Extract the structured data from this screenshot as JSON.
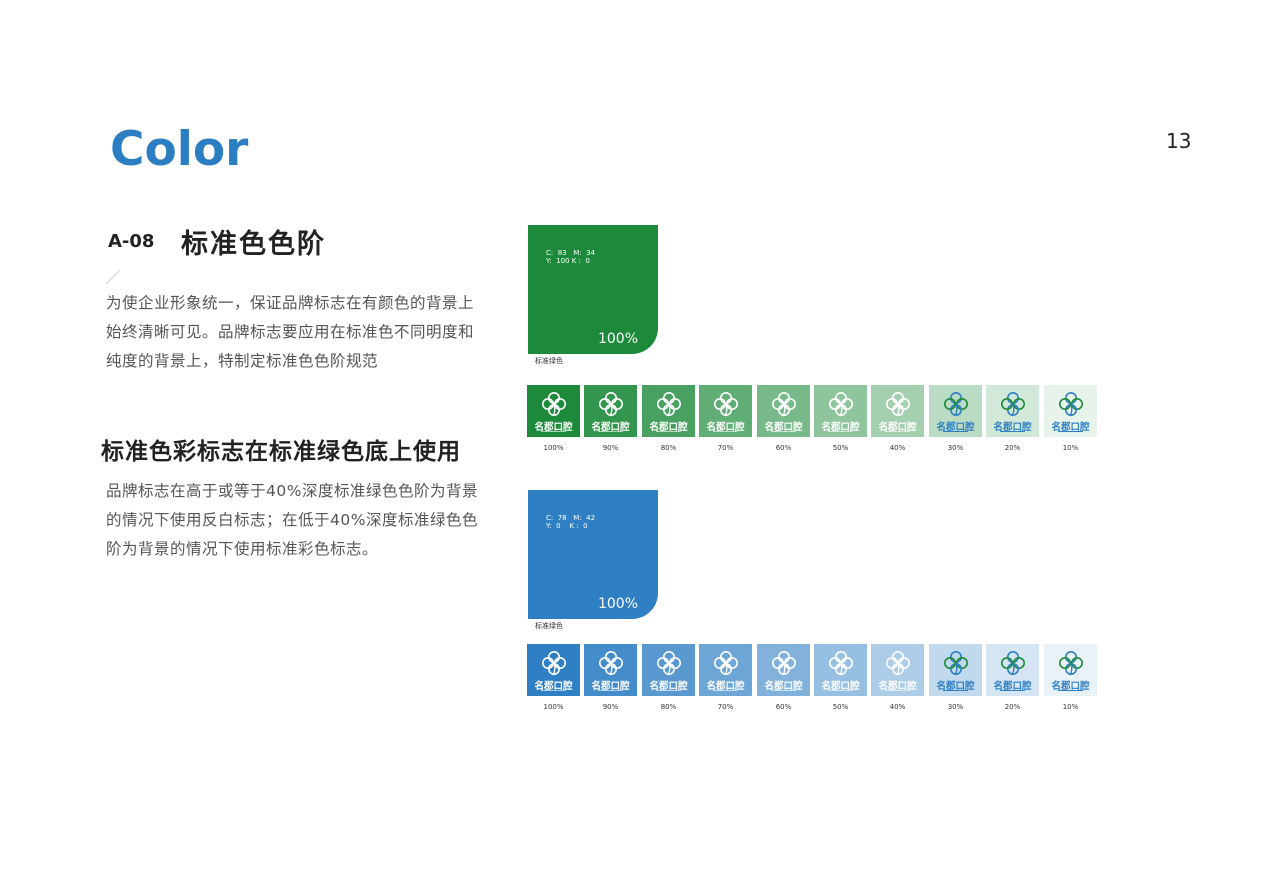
{
  "header": {
    "title": "Color",
    "page_number": "13"
  },
  "section": {
    "code": "A-08",
    "title": "标准色色阶",
    "paragraph_lines": [
      "为使企业形象统一，保证品牌标志在有颜色的背景上",
      "始终清晰可见。品牌标志要应用在标准色不同明度和",
      "纯度的背景上，特制定标准色色阶规范"
    ]
  },
  "usage": {
    "title": "标准色彩标志在标准绿色底上使用",
    "paragraph_lines": [
      "品牌标志在高于或等于40%深度标准绿色色阶为背景",
      "的情况下使用反白标志；在低于40%深度标准绿色色",
      "阶为背景的情况下使用标准彩色标志。"
    ]
  },
  "brand_name": "名郡口腔",
  "colors": {
    "green": "#1c8a3a",
    "blue": "#2f7fc4",
    "title_blue": "#2b7ec1"
  },
  "swatches": [
    {
      "name": "green",
      "color": "#1c8a3a",
      "cmyk_line1": "C:  83   M:  34",
      "cmyk_line2": "Y:  100 K :  0",
      "percent": "100%",
      "caption": "标准绿色",
      "steps": [
        {
          "label": "100%",
          "level": 1.0
        },
        {
          "label": "90%",
          "level": 0.9
        },
        {
          "label": "80%",
          "level": 0.8
        },
        {
          "label": "70%",
          "level": 0.7
        },
        {
          "label": "60%",
          "level": 0.6
        },
        {
          "label": "50%",
          "level": 0.5
        },
        {
          "label": "40%",
          "level": 0.4
        },
        {
          "label": "30%",
          "level": 0.3
        },
        {
          "label": "20%",
          "level": 0.2
        },
        {
          "label": "10%",
          "level": 0.1
        }
      ]
    },
    {
      "name": "blue",
      "color": "#2f7fc4",
      "cmyk_line1": "C:  78   M:  42",
      "cmyk_line2": "Y:  0    K :  0",
      "percent": "100%",
      "caption": "标准绿色",
      "steps": [
        {
          "label": "100%",
          "level": 1.0
        },
        {
          "label": "90%",
          "level": 0.9
        },
        {
          "label": "80%",
          "level": 0.8
        },
        {
          "label": "70%",
          "level": 0.7
        },
        {
          "label": "60%",
          "level": 0.6
        },
        {
          "label": "50%",
          "level": 0.5
        },
        {
          "label": "40%",
          "level": 0.4
        },
        {
          "label": "30%",
          "level": 0.3
        },
        {
          "label": "20%",
          "level": 0.2
        },
        {
          "label": "10%",
          "level": 0.1
        }
      ]
    }
  ]
}
